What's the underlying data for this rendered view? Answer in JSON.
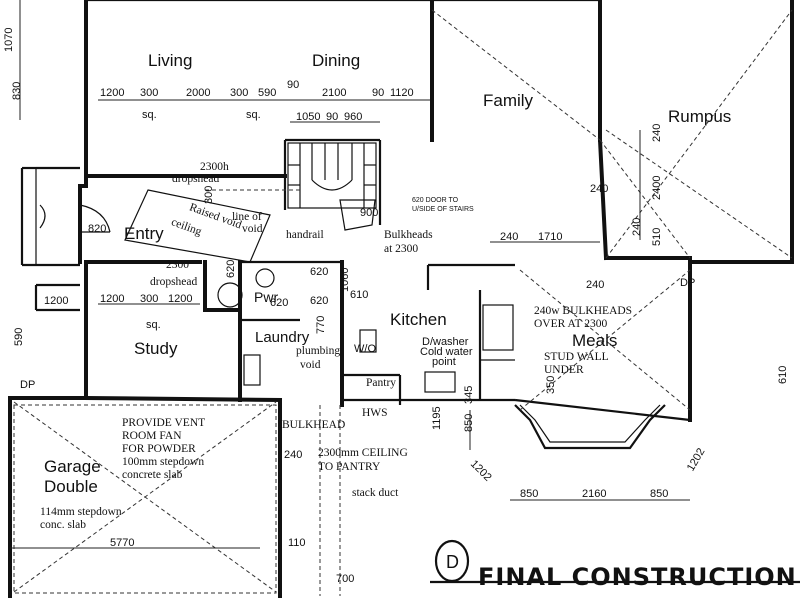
{
  "rooms": {
    "living": "Living",
    "dining": "Dining",
    "family": "Family",
    "rumpus": "Rumpus",
    "entry": "Entry",
    "study": "Study",
    "kitchen": "Kitchen",
    "meals": "Meals",
    "laundry": "Laundry",
    "pwr": "Pwr",
    "pantry": "Pantry",
    "garage_line1": "Garage",
    "garage_line2": "Double"
  },
  "dims": {
    "d1070": "1070",
    "d830": "830",
    "d1200a": "1200",
    "d300a": "300",
    "d2000": "2000",
    "d300b": "300",
    "d590a": "590",
    "d90a": "90",
    "d2100": "2100",
    "d90b": "90",
    "d1120": "1120",
    "d1050": "1050",
    "d90c": "90",
    "d960": "960",
    "sq1": "sq.",
    "sq2": "sq.",
    "sq3": "sq.",
    "d2400": "2400",
    "d240a": "240",
    "d240b": "240",
    "d240c": "240",
    "d240d": "240",
    "d1710": "1710",
    "d510": "510",
    "d240e": "240",
    "d820": "820",
    "d300c": "300",
    "d1200b": "1200",
    "d300d": "300",
    "d1200c": "1200",
    "d1200d": "1200",
    "d590b": "590",
    "d620a": "620",
    "d620b": "620",
    "d620c": "620",
    "d610a": "610",
    "d770": "770",
    "d1060": "1060",
    "d850a": "850",
    "d2160": "2160",
    "d850b": "850",
    "d1202a": "1202",
    "d1202b": "1202",
    "d1195": "1195",
    "d850b2": "850",
    "d345": "345",
    "d350": "350",
    "d240f": "240",
    "d110": "110",
    "d5770": "5770",
    "d700": "700",
    "d610b": "610",
    "d900": "900",
    "d620d": "620",
    "dp1": "DP",
    "dp2": "DP"
  },
  "notes": {
    "n2300h": "2300h",
    "dropshead1": "dropshead",
    "raised_void": "Raised void",
    "ceiling": "ceiling",
    "line_of": "line of",
    "void": "void",
    "handrail": "handrail",
    "bulkheads_l1": "Bulkheads",
    "bulkheads_l2": "at 2300",
    "door_note_l1": "620 DOOR TO",
    "door_note_l2": "U/SIDE OF STAIRS",
    "n2300b": "2300",
    "dropshead2": "dropshead",
    "plumbing_l1": "plumbing",
    "plumbing_l2": "void",
    "dwasher": "D/washer",
    "cold_water": "Cold water",
    "point": "point",
    "bulk240_l1": "240w BULKHEADS",
    "bulk240_l2": "OVER AT 2300",
    "stud_l1": "STUD WALL",
    "stud_l2": "UNDER",
    "hws": "HWS",
    "bulkhead": "BULKHEAD",
    "ceiling2300_l1": "2300mm CEILING",
    "ceiling2300_l2": "TO PANTRY",
    "vent_l1": "PROVIDE VENT",
    "vent_l2": "ROOM FAN",
    "vent_l3": "FOR POWDER",
    "vent_l4": "100mm stepdown",
    "vent_l5": "concrete slab",
    "slab_l1": "114mm stepdown",
    "slab_l2": "conc. slab",
    "stack_duct": "stack duct",
    "wo": "W/O",
    "revision": "D",
    "title": "FINAL CONSTRUCTION DR"
  }
}
